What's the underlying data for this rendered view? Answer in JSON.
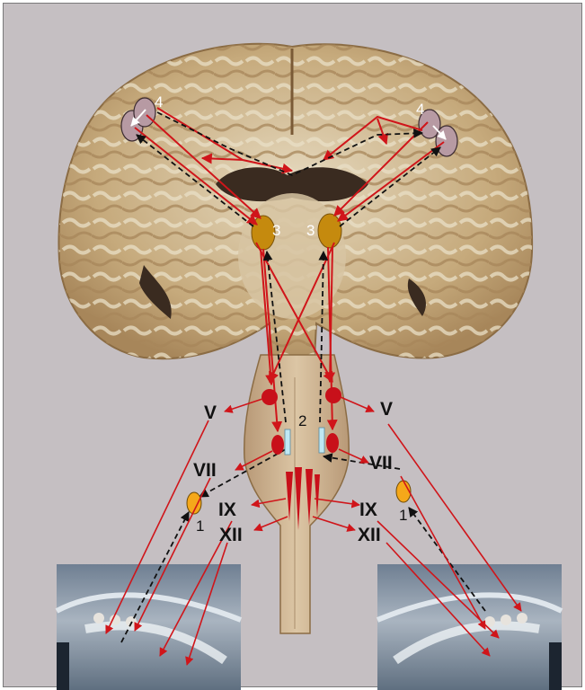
{
  "labels": {
    "num_1": "1",
    "num_2": "2",
    "num_3": "3",
    "num_4": "4",
    "cn_v": "V",
    "cn_vii": "VII",
    "cn_ix": "IX",
    "cn_xii": "XII"
  },
  "colors": {
    "background": "#c5bfc2",
    "arrow_red": "#d0151a",
    "arrow_black": "#111111",
    "nucleus_red": "#c8101a",
    "nucleus_gold": "#c58a0e",
    "ganglion_orange": "#f5a81a",
    "cortex_lilac": "#b79aa3"
  }
}
